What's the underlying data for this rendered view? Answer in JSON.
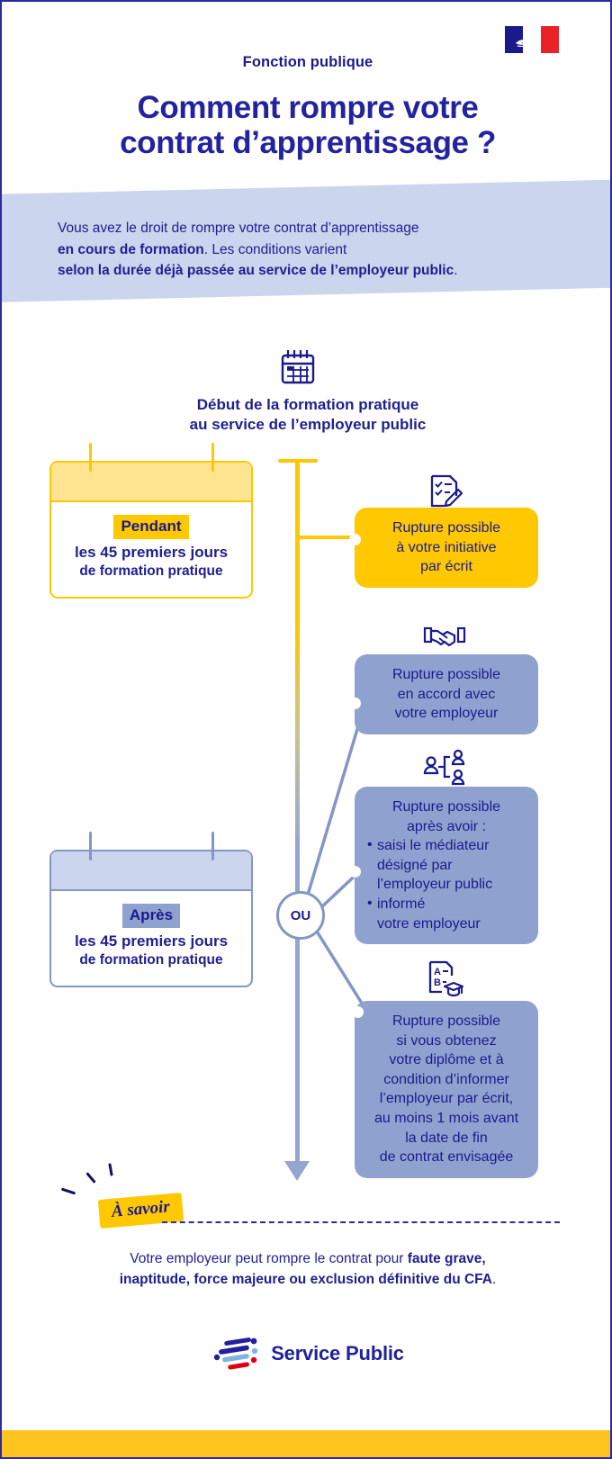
{
  "header": {
    "eyebrow": "Fonction publique",
    "title_line1": "Comment rompre votre",
    "title_line2": "contrat d’apprentissage ?",
    "flag_icon": "french-flag-marianne-icon"
  },
  "intro": {
    "line1": "Vous avez le droit de rompre votre contrat d’apprentissage",
    "line2_bold": "en cours de formation",
    "line2_rest": ". Les conditions varient",
    "line3_bold": "selon la durée déjà passée au service de l’employeur public",
    "line3_rest": "."
  },
  "timeline": {
    "start_icon": "calendar-icon",
    "start_label_line1": "Début de la formation pratique",
    "start_label_line2": "au service de l’employeur public",
    "or_node": "OU"
  },
  "periods": [
    {
      "id": "pendant",
      "chip": "Pendant",
      "line1": "les 45 premiers jours",
      "line2": "de formation pratique",
      "accent": "#ffc800"
    },
    {
      "id": "apres",
      "chip": "Après",
      "line1": "les 45 premiers jours",
      "line2": "de formation pratique",
      "accent": "#8496c6"
    }
  ],
  "options": [
    {
      "id": "initiative-ecrit",
      "icon": "checklist-pencil-icon",
      "style": "yellow",
      "lines": [
        "Rupture possible",
        "à votre initiative",
        "par écrit"
      ]
    },
    {
      "id": "accord-employeur",
      "icon": "handshake-icon",
      "style": "blue",
      "lines": [
        "Rupture possible",
        "en accord avec",
        "votre employeur"
      ]
    },
    {
      "id": "mediateur",
      "icon": "mediator-people-icon",
      "style": "blue",
      "heading": [
        "Rupture possible",
        "après avoir :"
      ],
      "bullets": [
        [
          "saisi le médiateur",
          "désigné par",
          "l’employeur public"
        ],
        [
          "informé",
          "votre employeur"
        ]
      ]
    },
    {
      "id": "diplome",
      "icon": "diploma-graduation-icon",
      "style": "blue",
      "lines": [
        "Rupture possible",
        "si vous obtenez",
        "votre diplôme et à",
        "condition d’informer",
        "l’employeur par écrit,",
        "au moins 1 mois avant",
        "la date de fin",
        "de contrat envisagée"
      ]
    }
  ],
  "note": {
    "badge": "À savoir",
    "line1_a": "Votre employeur peut rompre le contrat pour ",
    "line1_b": "faute grave,",
    "line2_bold": "inaptitude, force majeure ou exclusion définitive du CFA",
    "line2_rest": "."
  },
  "footer": {
    "logo_icon": "service-public-logo-icon",
    "logo_name": "Service Public"
  },
  "colors": {
    "yellow": "#ffc800",
    "blue": "#8fa2cf",
    "navy": "#1a1a8c",
    "band": "#ccd5ee",
    "bottom_bar": "#ffc41f"
  }
}
